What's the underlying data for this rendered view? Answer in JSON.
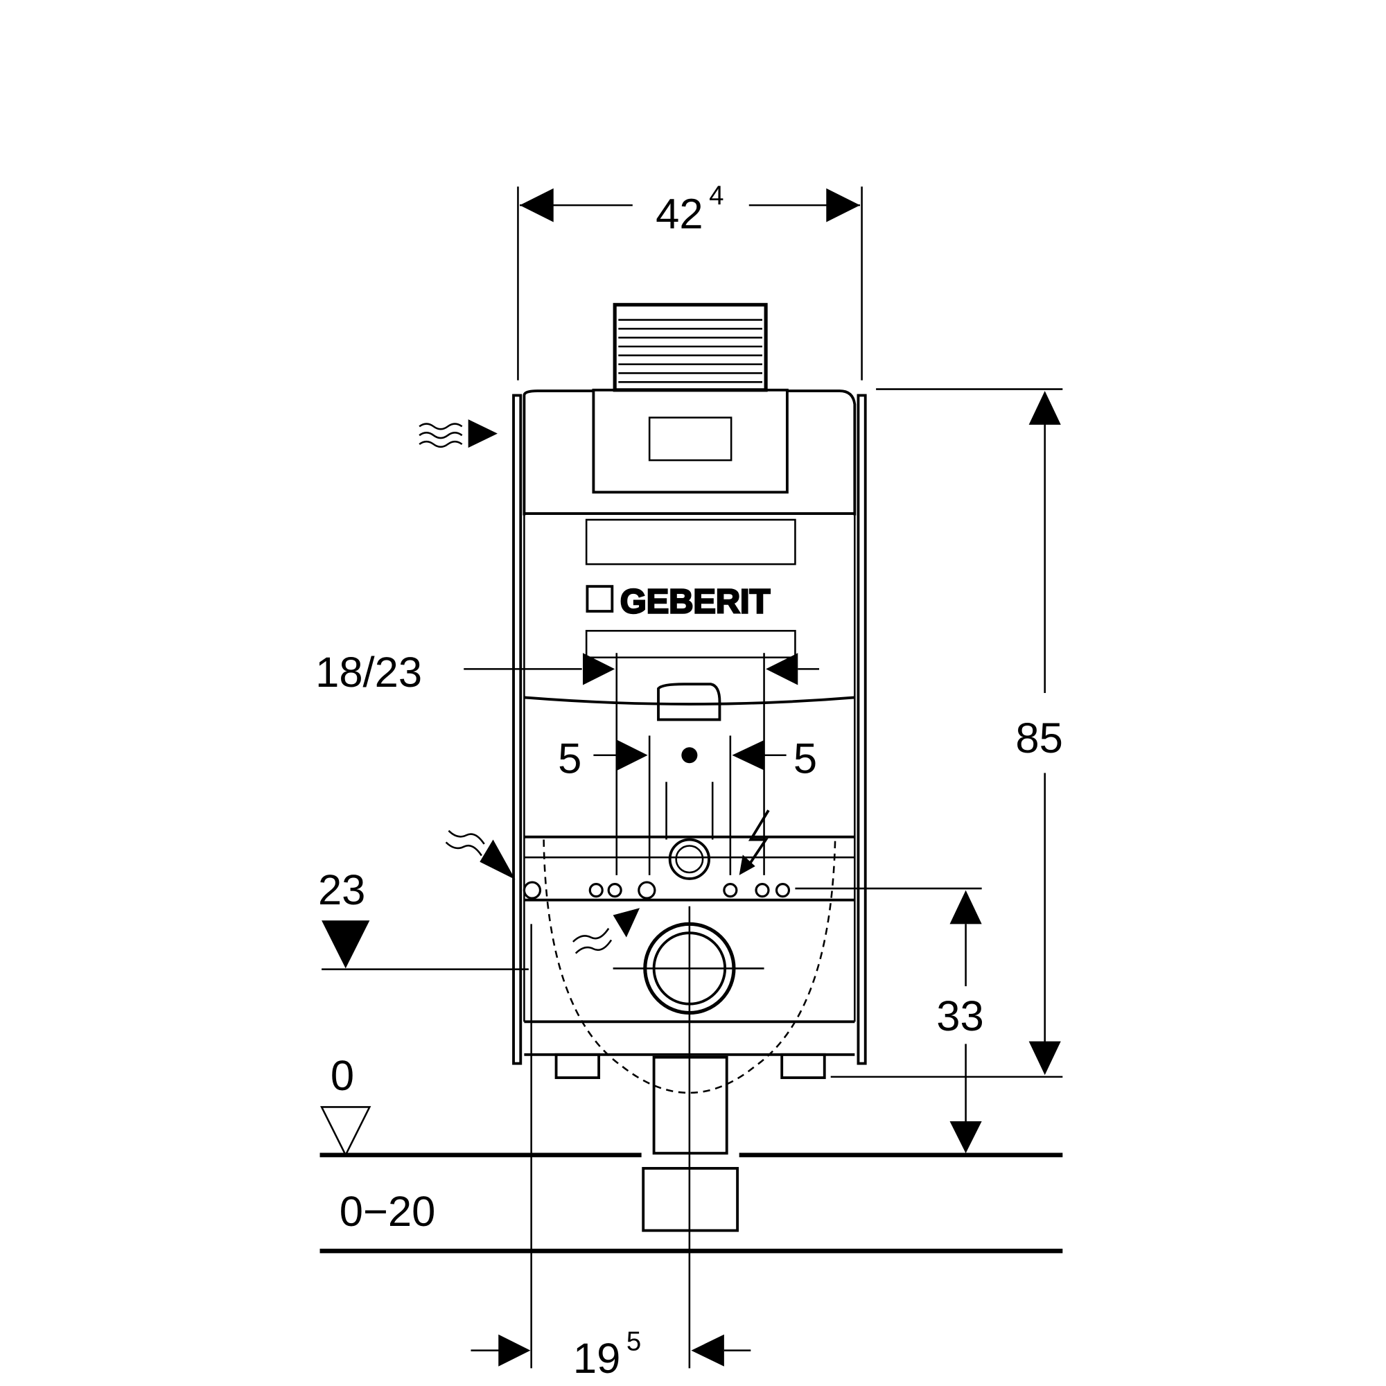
{
  "brand": {
    "logo_text": "GEBERIT"
  },
  "dimensions": {
    "width_main": "42",
    "width_main_sup": "4",
    "height_total": "85",
    "pipe_offset": "18/23",
    "left_gap": "5",
    "right_gap": "5",
    "water_inlet_height": "23",
    "drain_height": "33",
    "floor_level": "0",
    "floor_range": "0−20",
    "drain_offset": "19",
    "drain_offset_sup": "5"
  }
}
